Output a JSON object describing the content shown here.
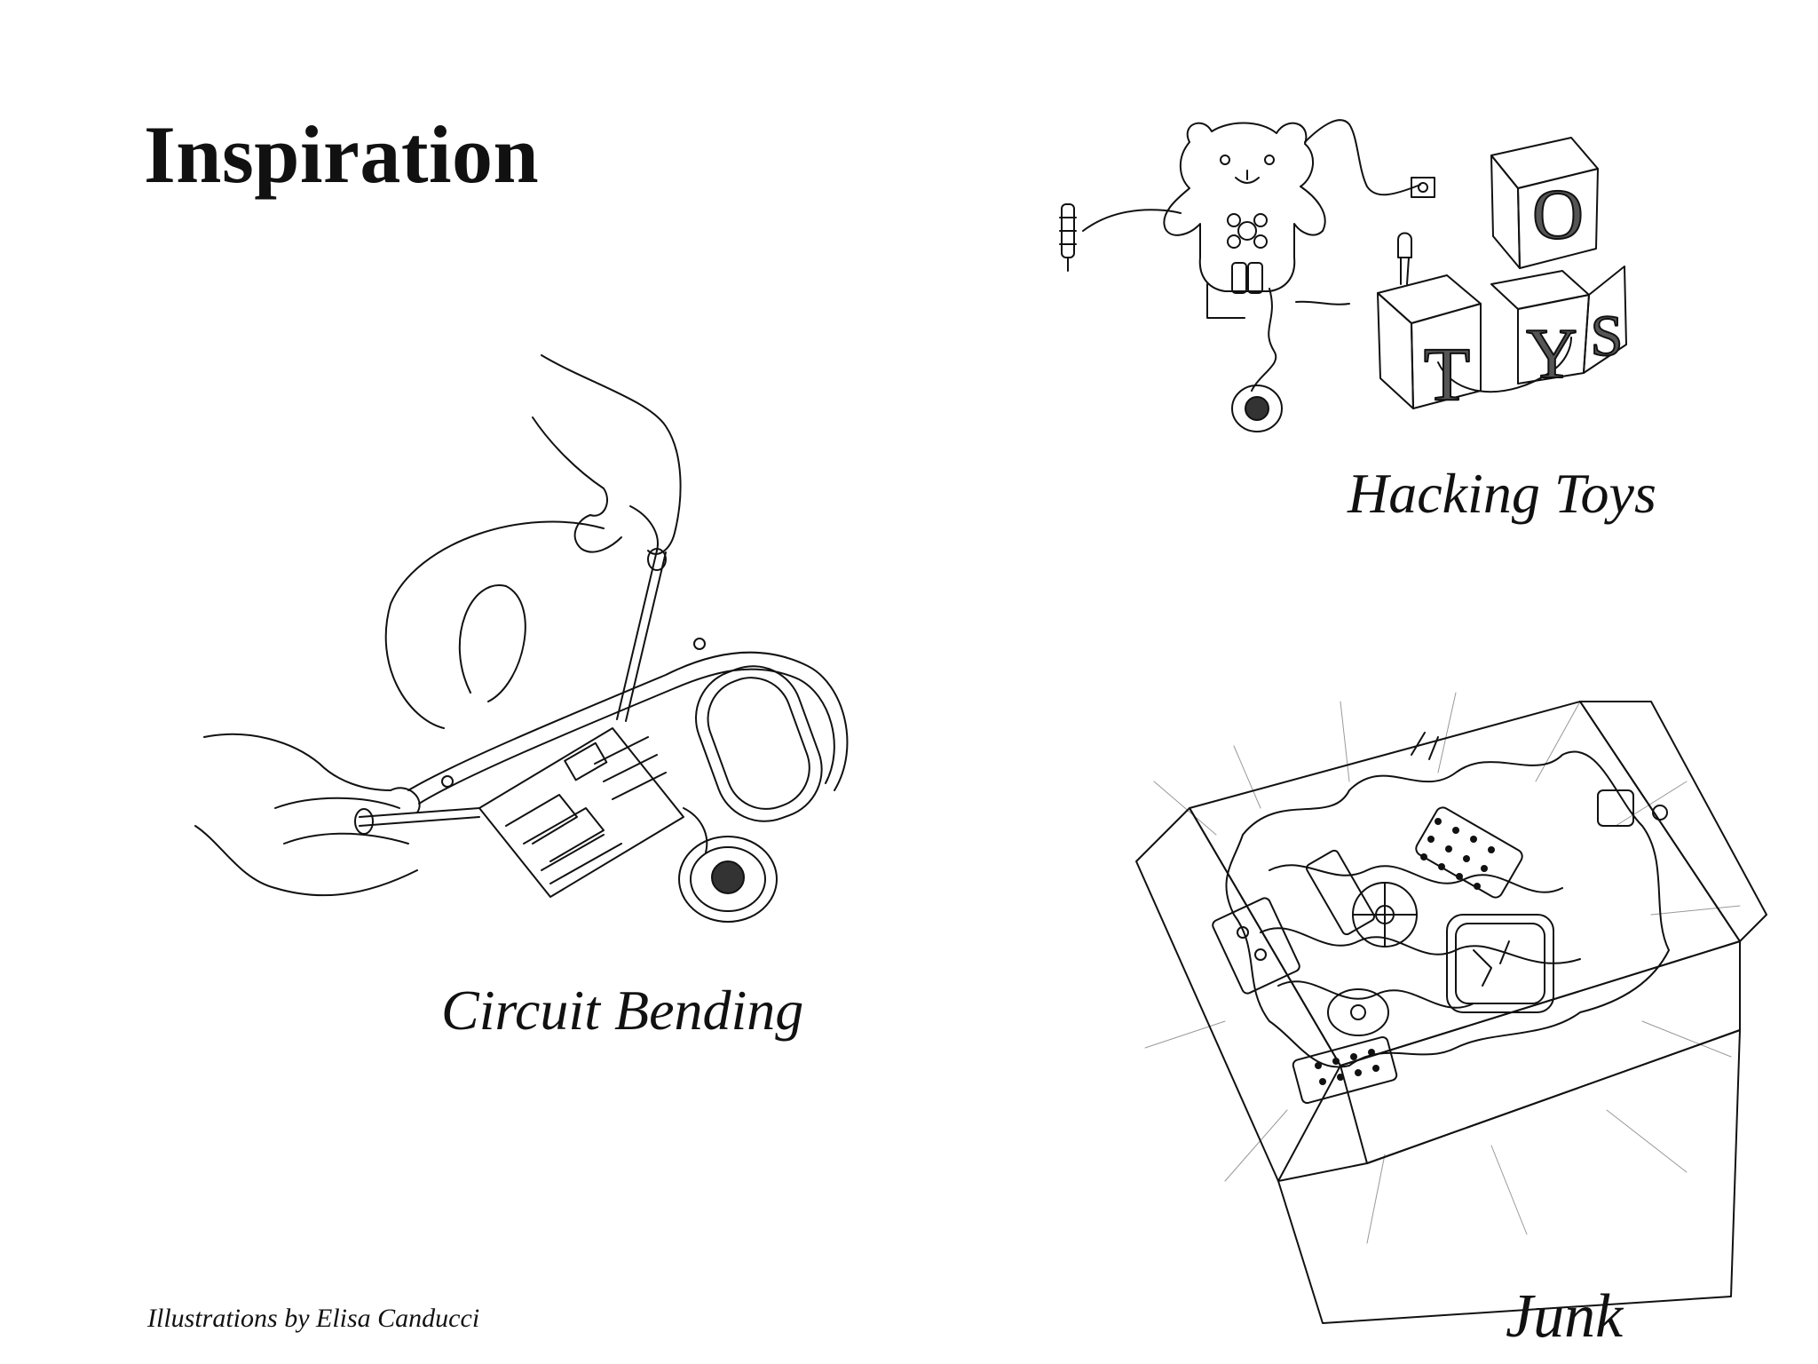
{
  "page": {
    "title": "Inspiration",
    "credit": "Illustrations by Elisa Canducci"
  },
  "illustrations": [
    {
      "id": "circuit-bending",
      "caption": "Circuit Bending"
    },
    {
      "id": "hacking-toys",
      "caption": "Hacking Toys",
      "block_letters": [
        "O",
        "T",
        "Y",
        "S"
      ]
    },
    {
      "id": "junk",
      "caption": "Junk"
    }
  ],
  "colors": {
    "ink": "#111111",
    "paper": "#ffffff"
  }
}
